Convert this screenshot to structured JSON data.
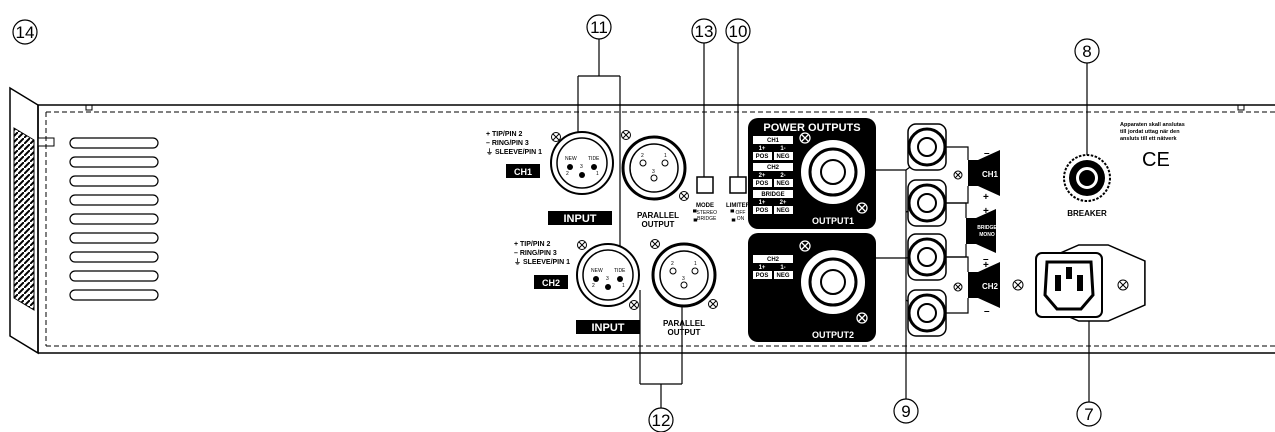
{
  "callouts": {
    "c14": "14",
    "c11": "11",
    "c13": "13",
    "c10": "10",
    "c8": "8",
    "c12": "12",
    "c9": "9",
    "c7": "7"
  },
  "ch1_input": {
    "tip": "+ TIP/PIN 2",
    "ring": "– RING/PIN 3",
    "sleeve": "⏚ SLEEVE/PIN 1",
    "badge": "CH1",
    "label": "INPUT",
    "xlr_new": "NEW",
    "xlr_tide": "TIDE",
    "pin1": "1",
    "pin2": "2",
    "pin3": "3"
  },
  "ch2_input": {
    "tip": "+ TIP/PIN 2",
    "ring": "– RING/PIN 3",
    "sleeve": "⏚ SLEEVE/PIN 1",
    "badge": "CH2",
    "label": "INPUT",
    "xlr_new": "NEW",
    "xlr_tide": "TIDE",
    "pin1": "1",
    "pin2": "2",
    "pin3": "3"
  },
  "parallel": {
    "line1": "PARALLEL",
    "line2": "OUTPUT"
  },
  "mode_switch": {
    "title": "MODE",
    "opt1": "▀STEREO",
    "opt2": "▄BRIDGE"
  },
  "limiter_switch": {
    "title": "LIMITER",
    "opt1": "▀ OFF",
    "opt2": "▄ ON"
  },
  "power_outputs": {
    "title": "POWER OUTPUTS",
    "ch1": "CH1",
    "ch1_a": "1+",
    "ch1_b": "1-",
    "ch2": "CH2",
    "ch2_a": "2+",
    "ch2_b": "2-",
    "bridge": "BRIDGE",
    "bridge_a": "1+",
    "bridge_b": "2+",
    "pos": "POS",
    "neg": "NEG",
    "output1": "OUTPUT1",
    "output2": "OUTPUT2",
    "lower_ch2": "CH2",
    "lower_a": "1+",
    "lower_b": "1-"
  },
  "speakers": {
    "ch1": "CH1",
    "bridge1": "BRIDGE",
    "bridge2": "MONO",
    "ch2": "CH2",
    "plus": "+",
    "minus": "–"
  },
  "breaker": {
    "label": "BREAKER",
    "notice1": "Apparaten skall anslutas",
    "notice2": "till jordat uttag när den",
    "notice3": "ansluts till ett nätverk",
    "ce": "CE"
  }
}
